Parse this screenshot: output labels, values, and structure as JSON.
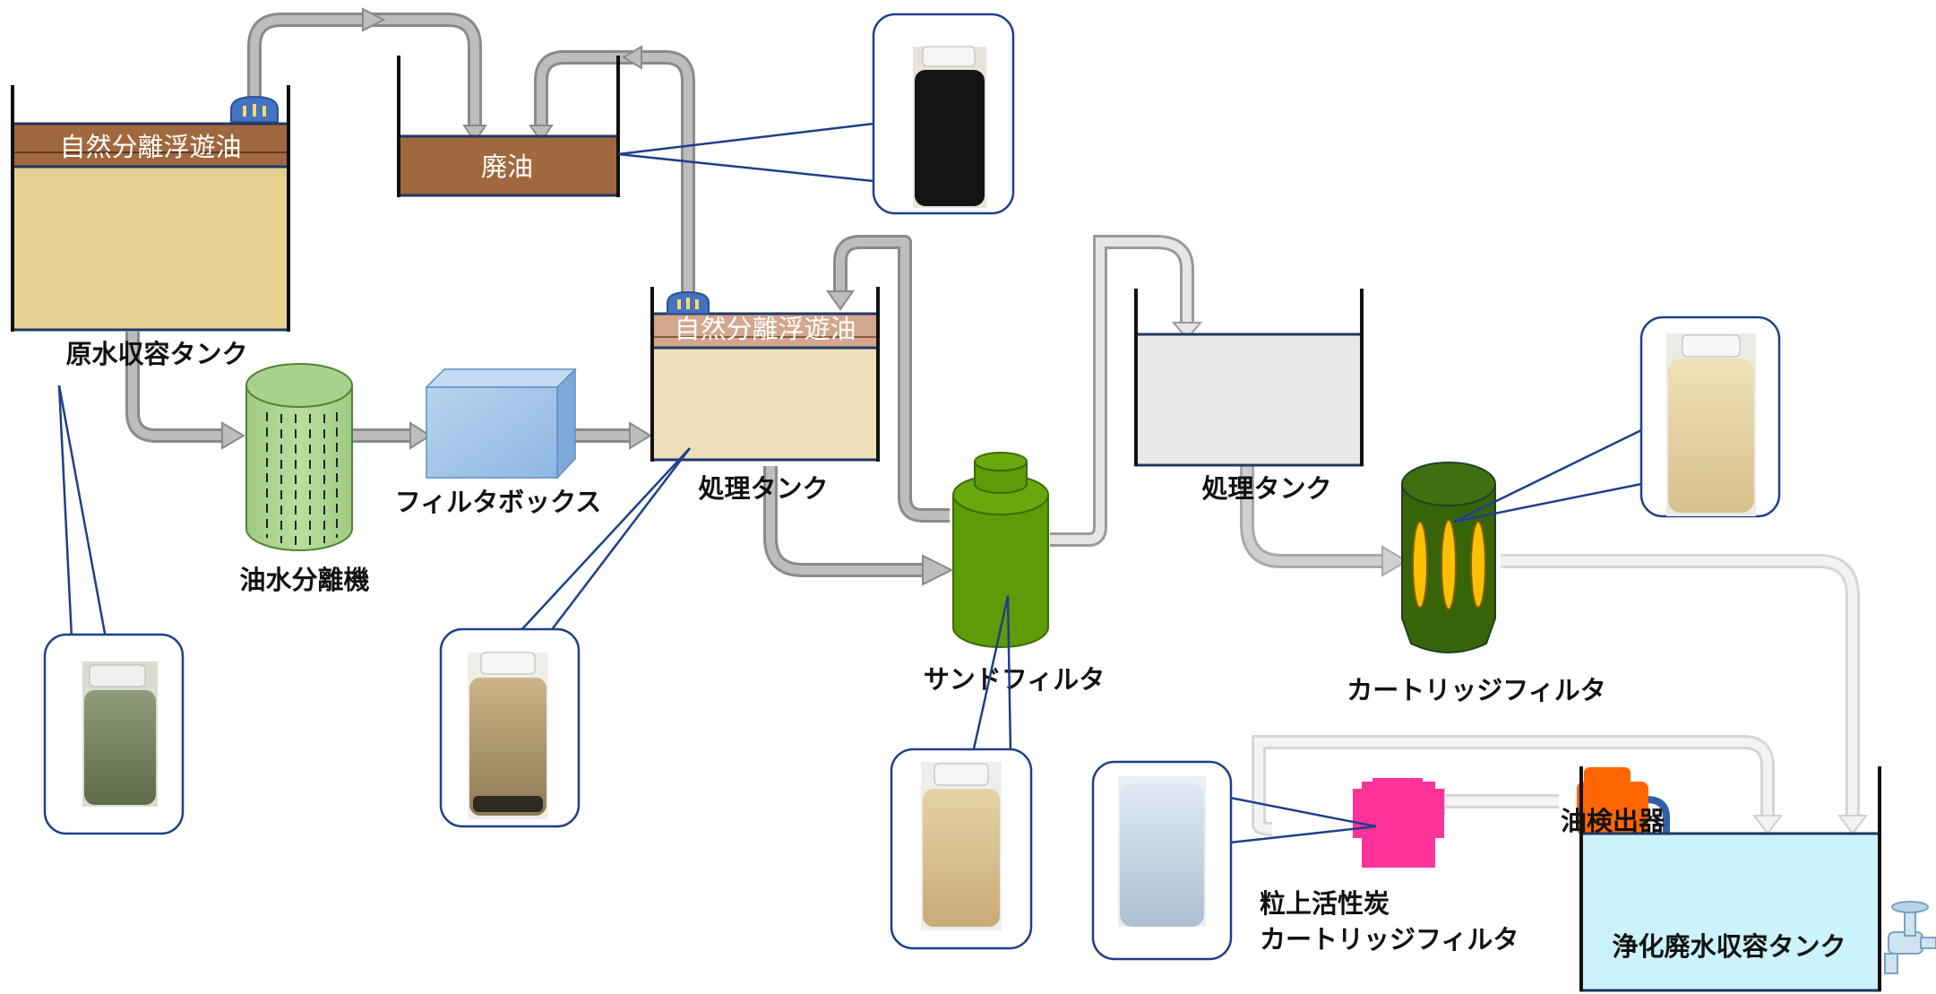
{
  "labels": {
    "raw_tank": "原水収容タンク",
    "raw_oil_layer": "自然分離浮遊油",
    "waste_oil": "廃油",
    "treat_oil_layer": "自然分離浮遊油",
    "separator": "油水分離機",
    "filter_box": "フィルタボックス",
    "treat_tank_1": "処理タンク",
    "sand_filter": "サンドフィルタ",
    "treat_tank_2": "処理タンク",
    "cartridge_filter": "カートリッジフィルタ",
    "oil_detector": "油検出器",
    "gac_line1": "粒上活性炭",
    "gac_line2": "カートリッジフィルタ",
    "clean_tank": "浄化廃水収容タンク"
  },
  "samples": {
    "raw_water": "dark green-gray water sample bottle",
    "waste_oil": "black oil sample bottle",
    "treat_tank": "brown water with sediment sample bottle",
    "sand_filter": "light brown water sample bottle",
    "cartridge": "pale yellow water sample bottle",
    "gac": "clear water sample bottle"
  },
  "colors": {
    "oil_layer": "#a0683e",
    "raw_water": "#e6d192",
    "treat_water": "#ede0b9",
    "treat_oil": "#d3a78e",
    "tank2_water": "#e9e9e9",
    "clean_water": "#ccf2fb",
    "separator": "#a9d18e",
    "filter_box": "#9dc3e6",
    "sand_filter": "#5f9b06",
    "cartridge": "#376409",
    "cartridge_band": "#ffc000",
    "gac": "#ff3399",
    "detector": "#ff6600",
    "pipe_dark": "#a6a6a6",
    "pipe_light": "#dcdcdc",
    "callout_border": "#1f3f8a"
  },
  "icons": {
    "pump": "pump-icon",
    "faucet": "faucet-icon"
  }
}
